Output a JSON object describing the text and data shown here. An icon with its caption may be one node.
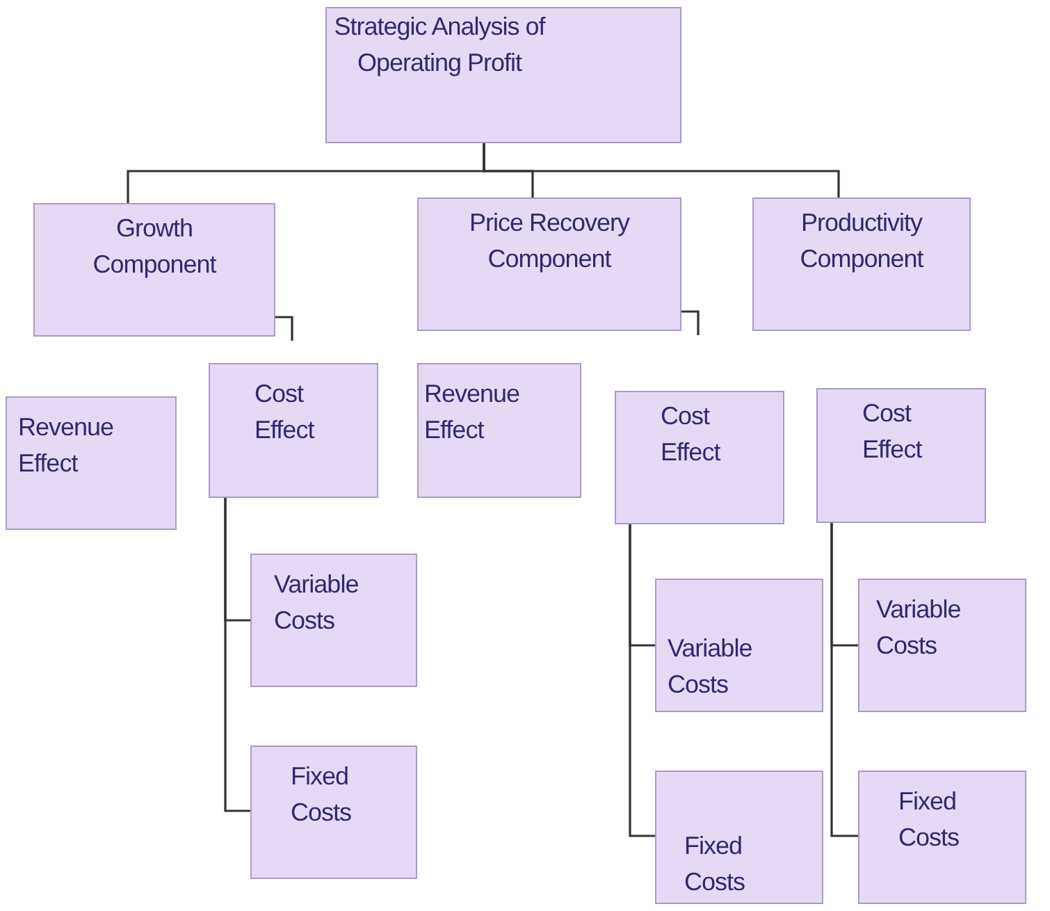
{
  "diagram": {
    "nodes": [
      {
        "text": [
          "Strategic Analysis of Operating Profit"
        ]
      },
      {
        "text": [
          "Growth Component"
        ]
      },
      {
        "text": [
          "Price Recovery Component"
        ]
      },
      {
        "text": [
          "Productivity Component"
        ]
      },
      {
        "text": [
          "Revenue Effect"
        ]
      },
      {
        "text": [
          "Cost Effect"
        ]
      },
      {
        "text": [
          "Revenue Effect"
        ]
      },
      {
        "text": [
          "Cost Effect"
        ]
      },
      {
        "text": [
          "Cost Effect"
        ]
      },
      {
        "text": [
          "Variable Costs"
        ]
      },
      {
        "text": [
          "Fixed Costs"
        ]
      },
      {
        "text": [
          "Variable Costs"
        ]
      },
      {
        "text": [
          "Fixed Costs"
        ]
      },
      {
        "text": [
          "Variable Costs"
        ]
      },
      {
        "text": [
          "Fixed Costs"
        ]
      }
    ],
    "edges": [
      {
        "from": 0,
        "to": 1,
        "arrow": "none"
      },
      {
        "from": 0,
        "to": 2,
        "arrow": "none"
      },
      {
        "from": 0,
        "to": 3,
        "arrow": "none"
      },
      {
        "from": 1,
        "to": null,
        "arrow": "none"
      },
      {
        "from": 2,
        "to": null,
        "arrow": "none"
      },
      {
        "from": 5,
        "to": 9,
        "arrow": "none"
      },
      {
        "from": 5,
        "to": 10,
        "arrow": "none"
      },
      {
        "from": 7,
        "to": 11,
        "arrow": "none"
      },
      {
        "from": 7,
        "to": 12,
        "arrow": "none"
      },
      {
        "from": 8,
        "to": 13,
        "arrow": "none"
      },
      {
        "from": 8,
        "to": 14,
        "arrow": "none"
      }
    ]
  }
}
